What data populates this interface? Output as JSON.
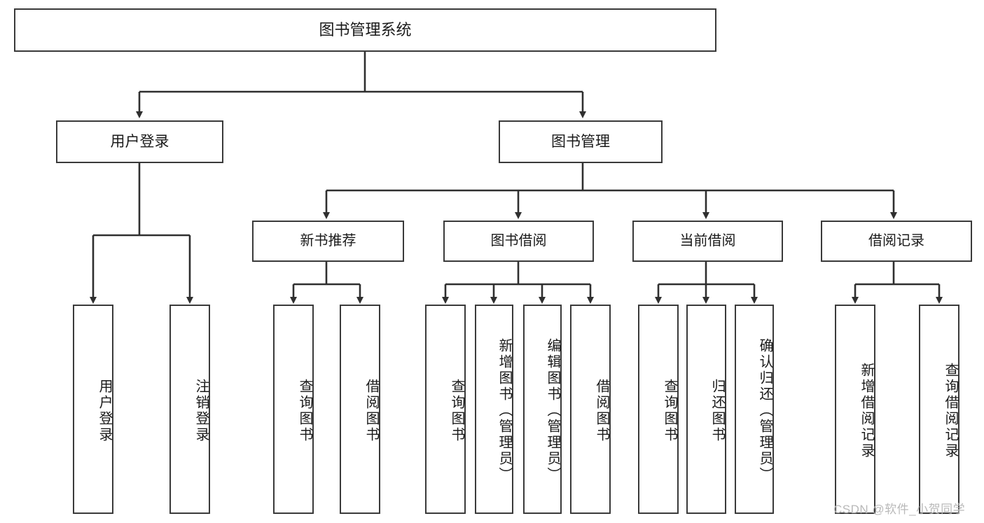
{
  "diagram": {
    "title": "图书管理系统",
    "type": "hierarchy-tree",
    "watermark": "CSDN @软件_小贺同学",
    "colors": {
      "box_border": "#3a3a3a",
      "connector": "#2f2f2f",
      "box_fill": "#ffffff",
      "text": "#1a1a1a",
      "watermark": "#b9b9b9"
    },
    "nodes": {
      "root": {
        "label": "图书管理系统"
      },
      "level1": [
        {
          "id": "user-login",
          "label": "用户登录"
        },
        {
          "id": "book-manage",
          "label": "图书管理"
        }
      ],
      "level2": [
        {
          "id": "new-book-rec",
          "label": "新书推荐"
        },
        {
          "id": "book-borrow",
          "label": "图书借阅"
        },
        {
          "id": "current-borrow",
          "label": "当前借阅"
        },
        {
          "id": "borrow-record",
          "label": "借阅记录"
        }
      ],
      "leaves": {
        "user-login": [
          {
            "id": "leaf-user-login",
            "label": "用户登录"
          },
          {
            "id": "leaf-logout",
            "label": "注销登录"
          }
        ],
        "new-book-rec": [
          {
            "id": "leaf-query-book-1",
            "label": "查询图书"
          },
          {
            "id": "leaf-borrow-book-1",
            "label": "借阅图书"
          }
        ],
        "book-borrow": [
          {
            "id": "leaf-query-book-2",
            "label": "查询图书"
          },
          {
            "id": "leaf-add-book",
            "label": "新增图书（管理员）"
          },
          {
            "id": "leaf-edit-book",
            "label": "编辑图书（管理员）"
          },
          {
            "id": "leaf-borrow-book-2",
            "label": "借阅图书"
          }
        ],
        "current-borrow": [
          {
            "id": "leaf-query-book-3",
            "label": "查询图书"
          },
          {
            "id": "leaf-return-book",
            "label": "归还图书"
          },
          {
            "id": "leaf-confirm-return",
            "label": "确认归还（管理员）"
          }
        ],
        "borrow-record": [
          {
            "id": "leaf-add-record",
            "label": "新增借阅记录"
          },
          {
            "id": "leaf-query-record",
            "label": "查询借阅记录"
          }
        ]
      }
    }
  }
}
